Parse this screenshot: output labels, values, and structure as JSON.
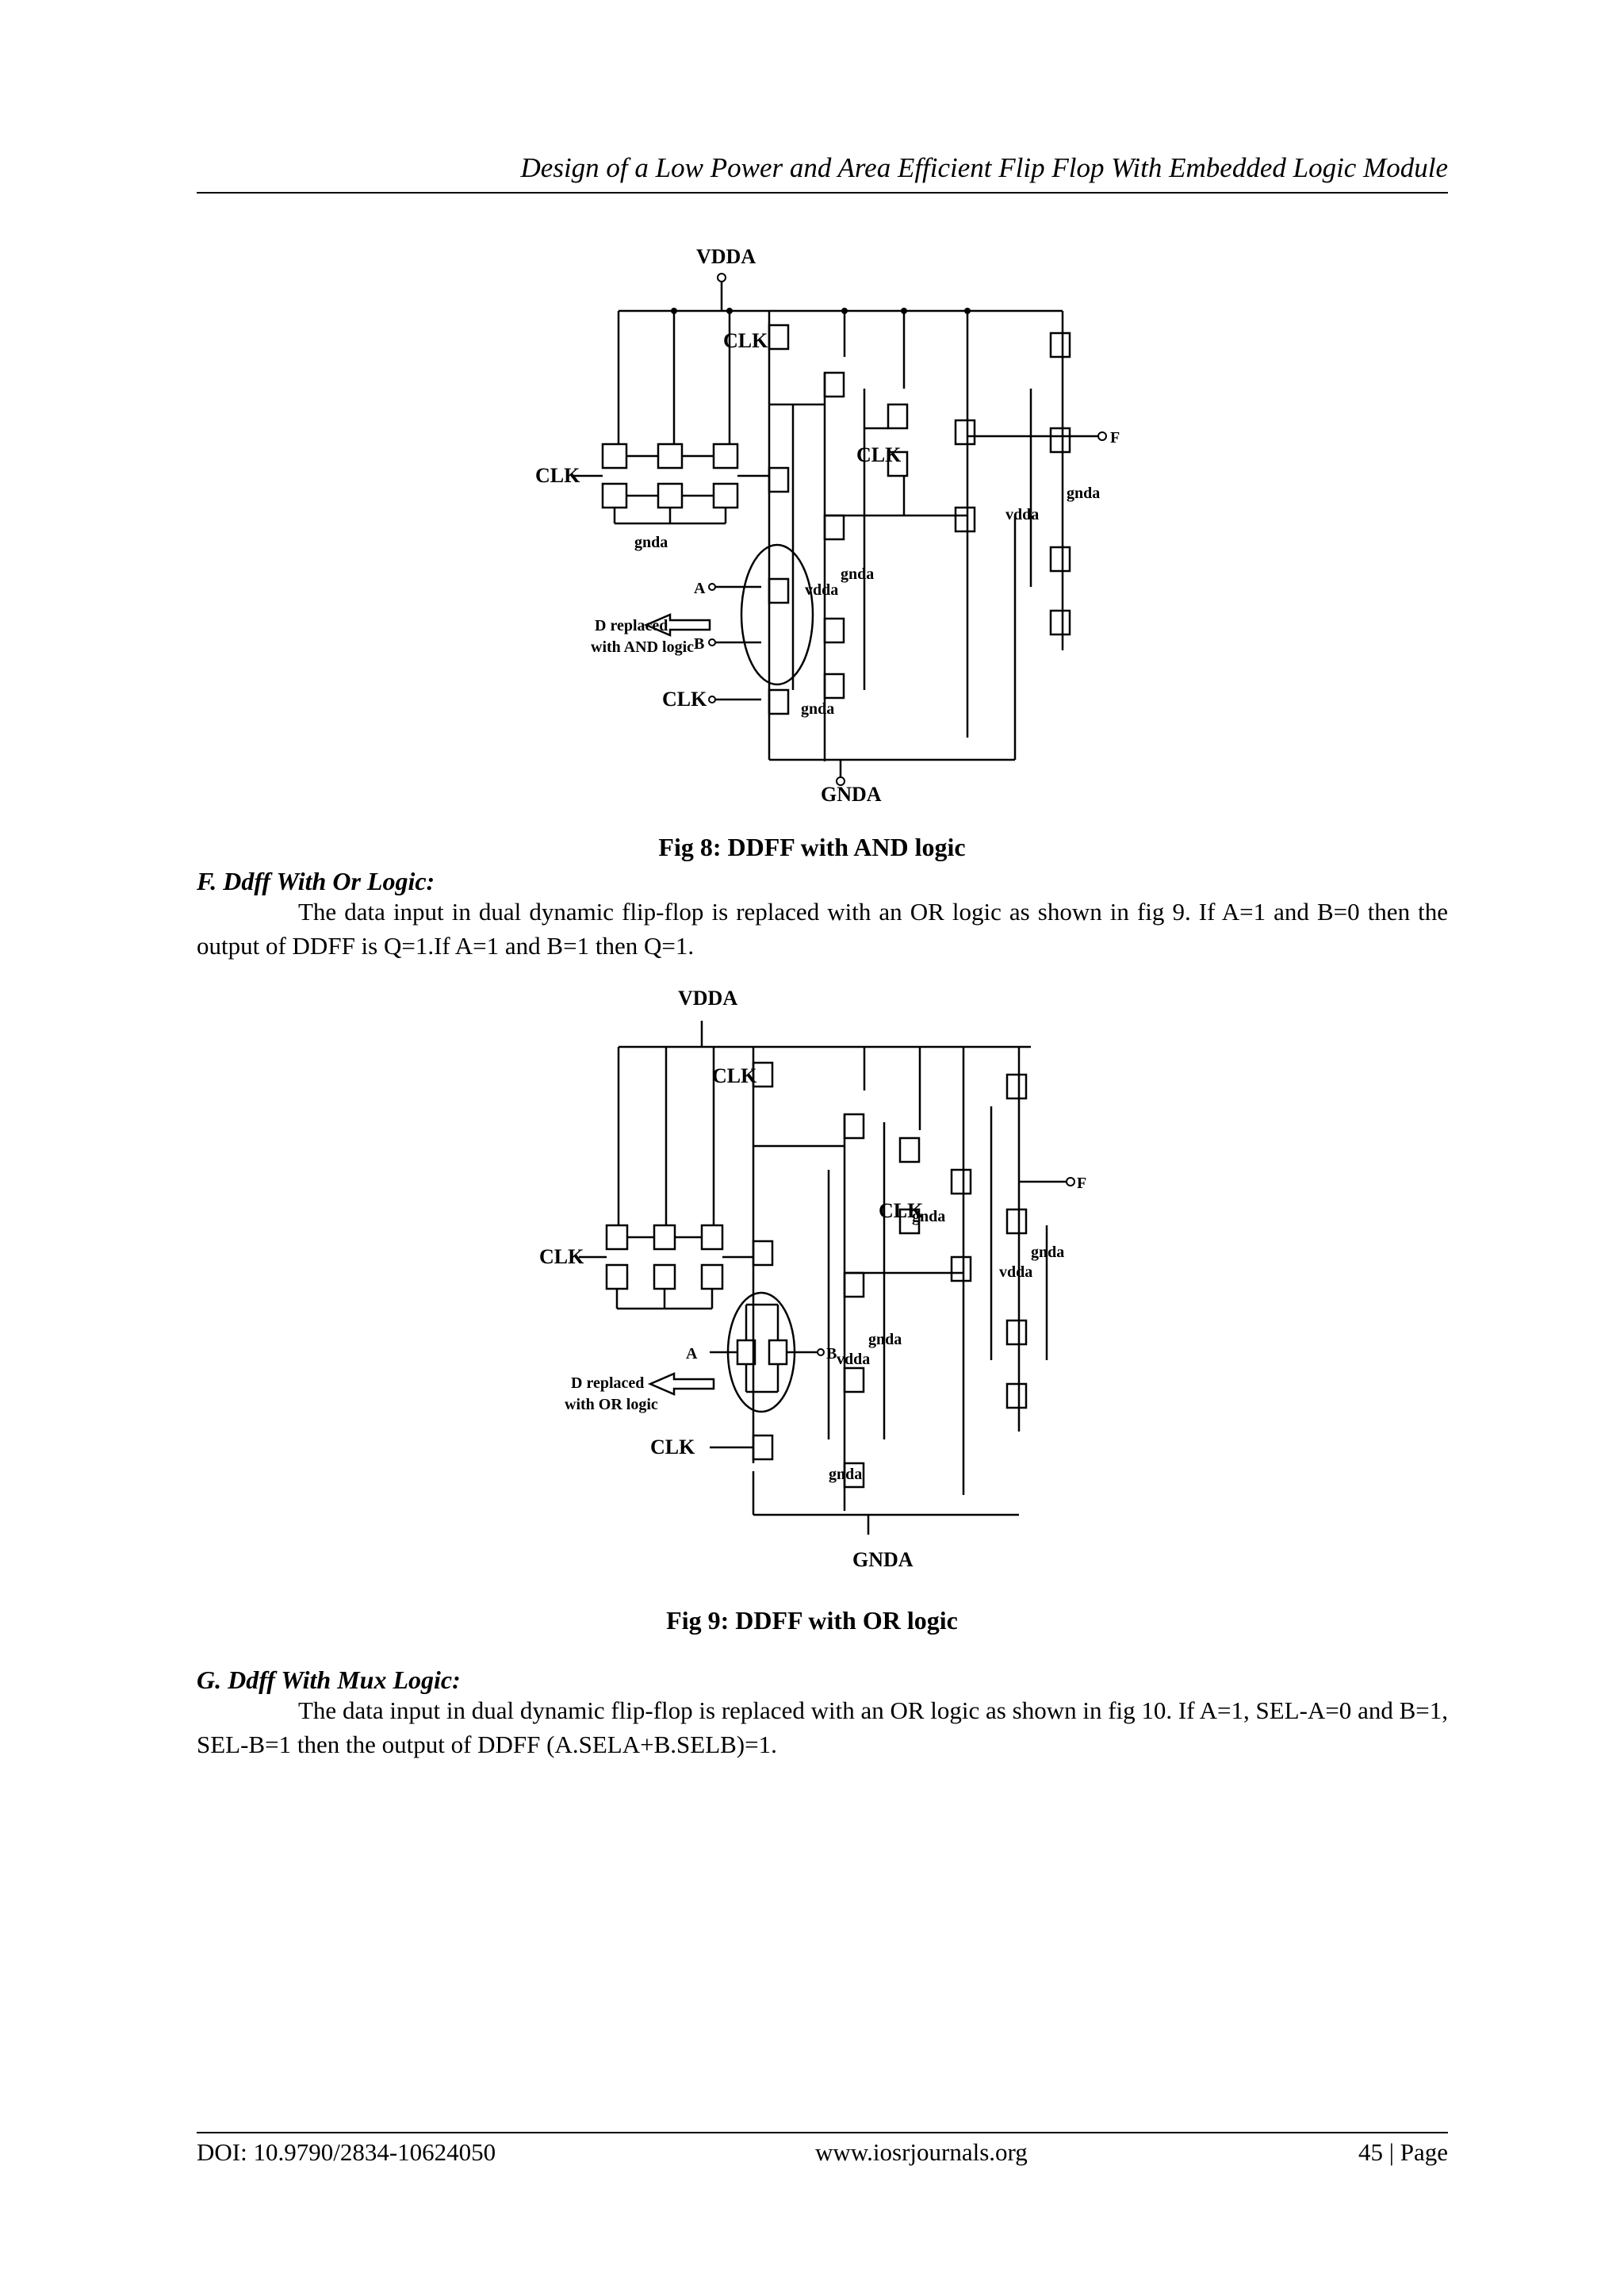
{
  "header": {
    "title": "Design of a Low Power and Area Efficient Flip Flop With Embedded Logic Module"
  },
  "fig8": {
    "caption": "Fig 8: DDFF with AND logic",
    "labels": {
      "vdda_top": "VDDA",
      "gnda_bottom": "GNDA",
      "clk_left": "CLK",
      "clk_top": "CLK",
      "clk_mid": "CLK",
      "clk_bottom": "CLK",
      "input_a": "A",
      "input_b": "B",
      "output_f": "F",
      "gnda_1": "gnda",
      "gnda_2": "gnda",
      "gnda_3": "gnda",
      "gnda_4": "gnda",
      "vdda_1": "vdda",
      "vdda_2": "vdda",
      "annotation_line1": "D replaced",
      "annotation_line2": "with AND logic"
    }
  },
  "section_f": {
    "title": "F. Ddff With Or Logic:",
    "text": "The data input in dual dynamic flip-flop is replaced with an OR logic as shown in fig 9. If A=1 and B=0 then the output of DDFF is Q=1.If A=1 and B=1 then Q=1."
  },
  "fig9": {
    "caption": "Fig 9: DDFF with OR logic",
    "labels": {
      "vdda_top": "VDDA",
      "gnda_bottom": "GNDA",
      "clk_left": "CLK",
      "clk_top": "CLK",
      "clk_mid": "CLK",
      "clk_bottom": "CLK",
      "input_a": "A",
      "input_b": "B",
      "output_f": "F",
      "gnda_1": "gnda",
      "gnda_2": "gnda",
      "gnda_3": "gnda",
      "gnda_4": "gnda",
      "vdda_1": "vdda",
      "vdda_2": "vdda",
      "annotation_line1": "D replaced",
      "annotation_line2": "with OR logic"
    }
  },
  "section_g": {
    "title": "G. Ddff With Mux Logic:",
    "text": "The data input in dual dynamic flip-flop is replaced with an OR logic as shown in fig 10. If A=1, SEL-A=0 and B=1, SEL-B=1 then the output of DDFF (A.SELA+B.SELB)=1."
  },
  "footer": {
    "doi": "DOI: 10.9790/2834-10624050",
    "website": "www.iosrjournals.org",
    "page": "45 | Page"
  }
}
